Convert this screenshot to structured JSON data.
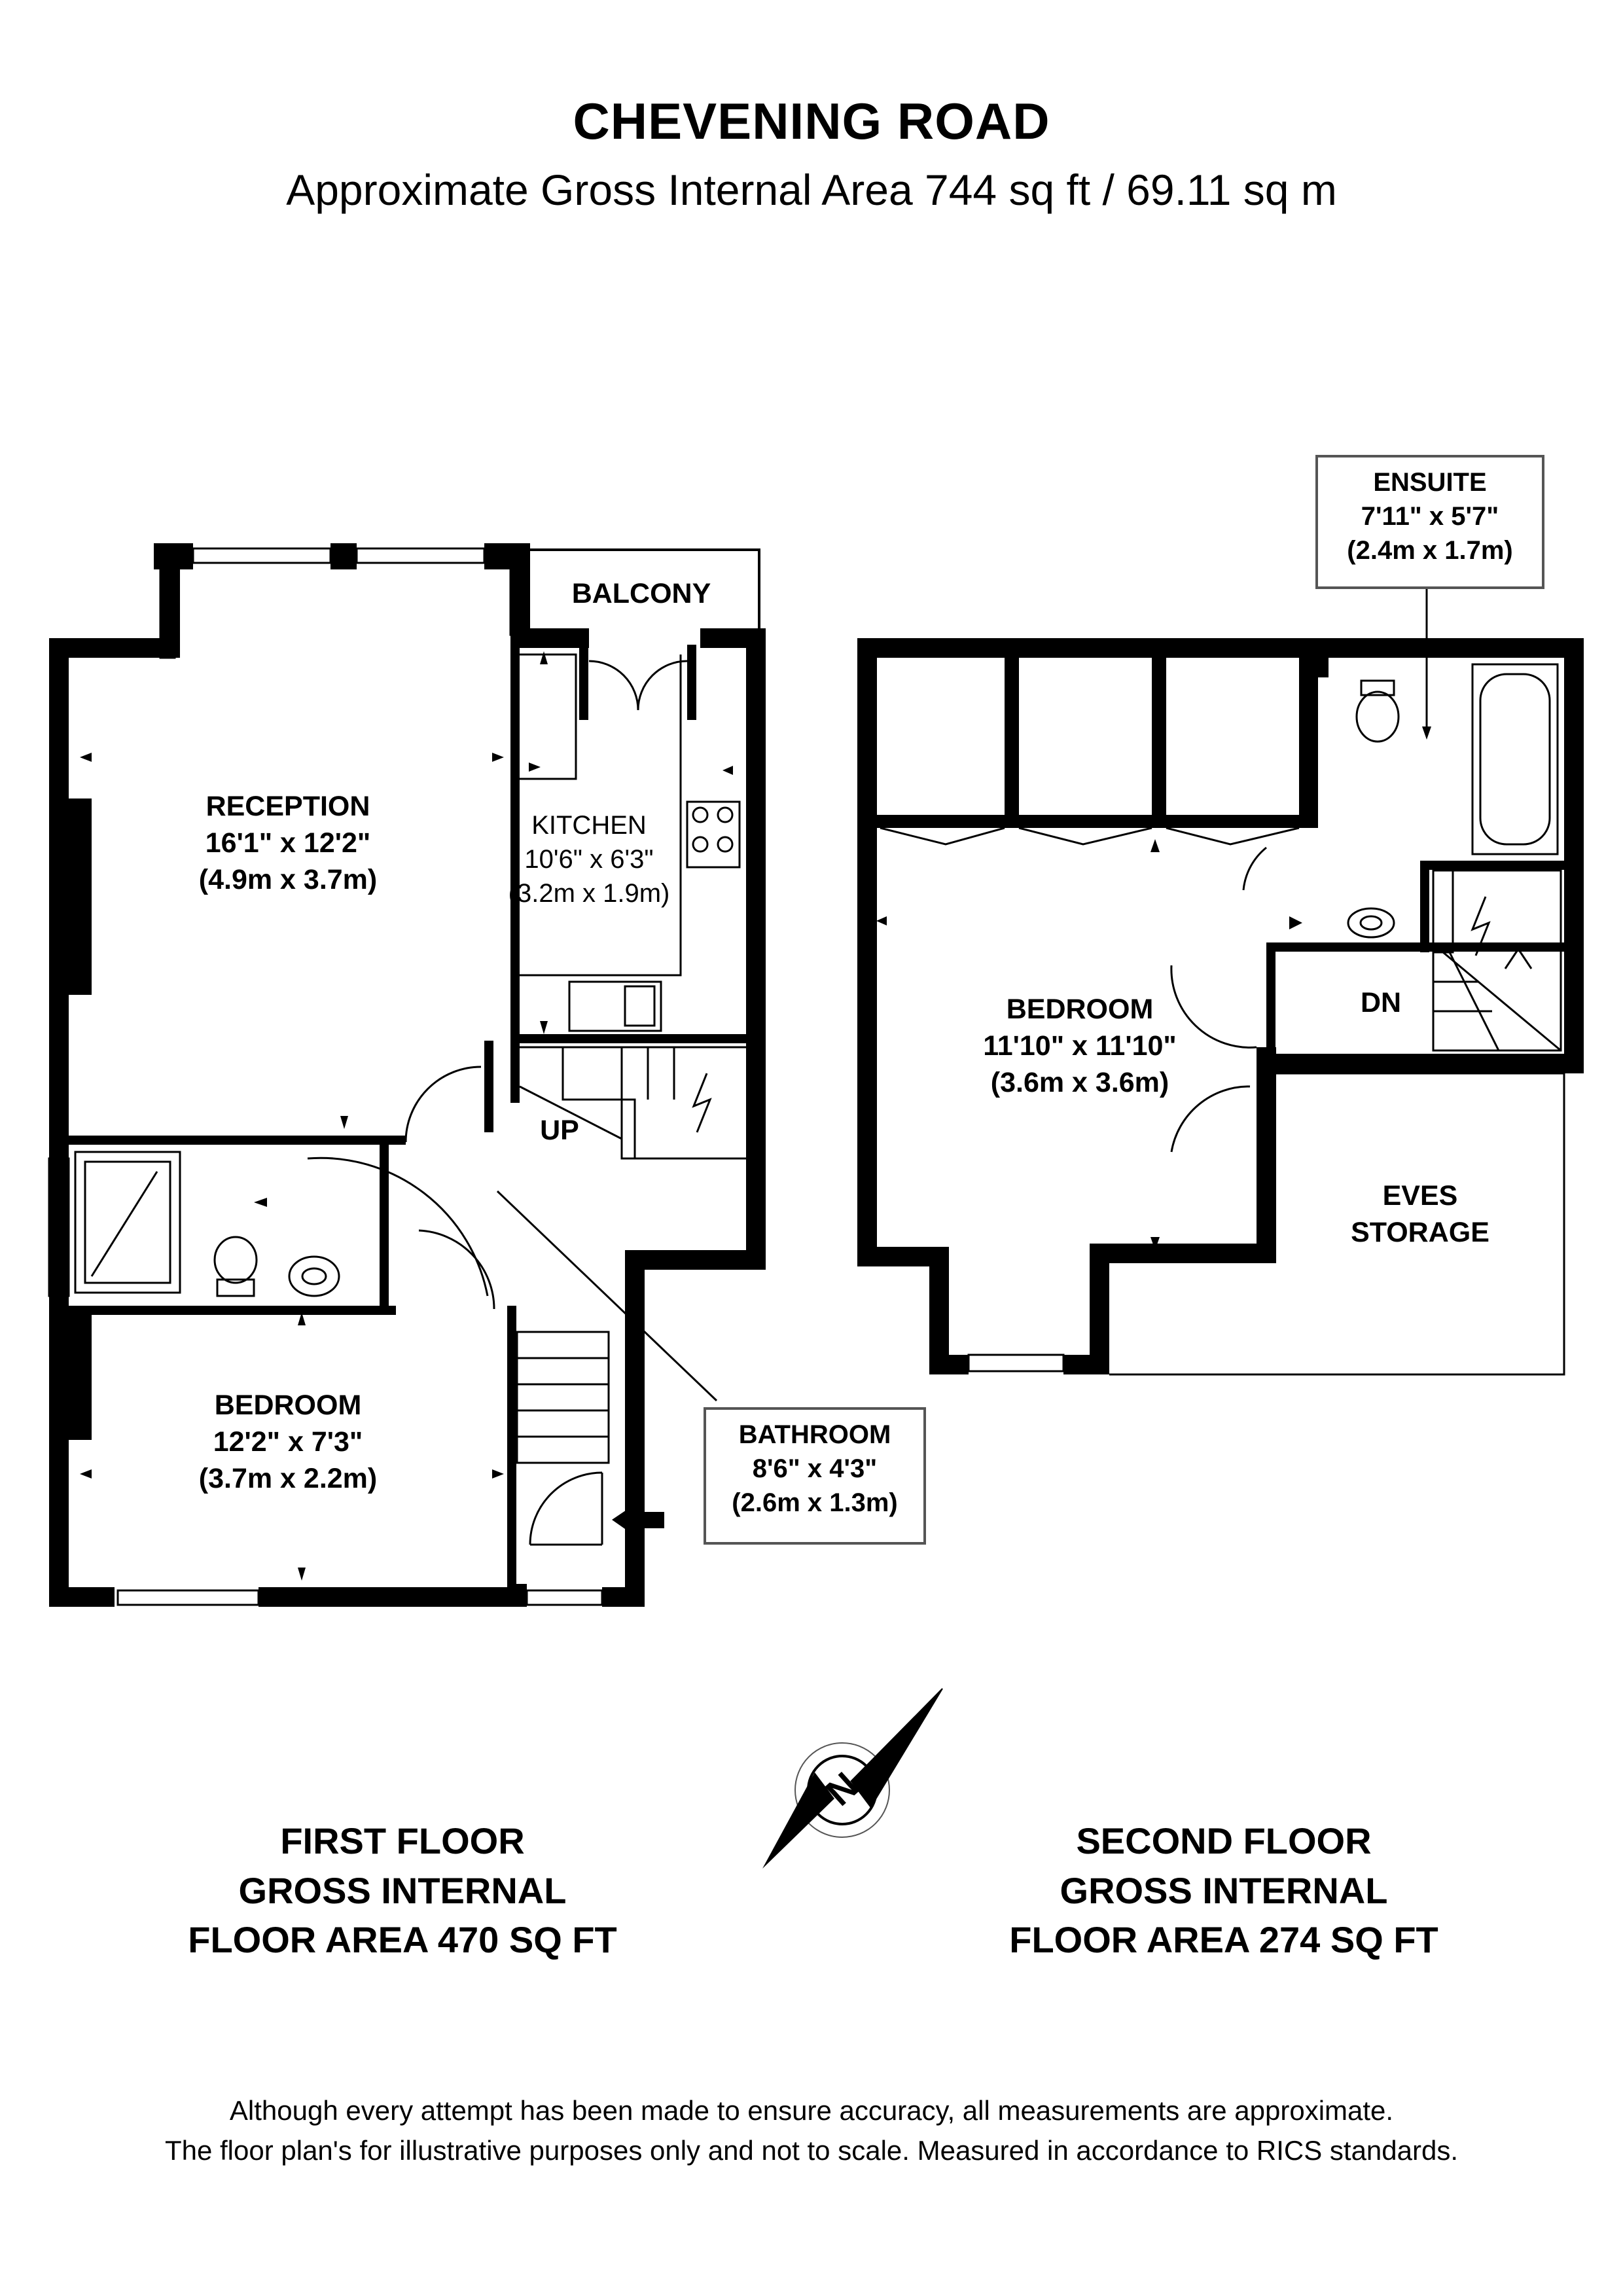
{
  "header": {
    "title": "CHEVENING ROAD",
    "subtitle": "Approximate Gross Internal Area 744 sq ft / 69.11 sq m"
  },
  "first_floor": {
    "rooms": {
      "reception": {
        "name": "RECEPTION",
        "imperial": "16'1\" x 12'2\"",
        "metric": "(4.9m x 3.7m)"
      },
      "kitchen": {
        "name": "KITCHEN",
        "imperial": "10'6\" x 6'3\"",
        "metric": "(3.2m x 1.9m)"
      },
      "bedroom": {
        "name": "BEDROOM",
        "imperial": "12'2\" x 7'3\"",
        "metric": "(3.7m x 2.2m)"
      },
      "bathroom": {
        "name": "BATHROOM",
        "imperial": "8'6\" x 4'3\"",
        "metric": "(2.6m x 1.3m)"
      },
      "balcony": {
        "name": "BALCONY"
      }
    },
    "stairs_label": "UP",
    "area": [
      "FIRST FLOOR",
      "GROSS INTERNAL",
      "FLOOR AREA 470 SQ FT"
    ]
  },
  "second_floor": {
    "rooms": {
      "bedroom": {
        "name": "BEDROOM",
        "imperial": "11'10\" x 11'10\"",
        "metric": "(3.6m x 3.6m)"
      },
      "ensuite": {
        "name": "ENSUITE",
        "imperial": "7'11\" x 5'7\"",
        "metric": "(2.4m x 1.7m)"
      },
      "eves_storage": {
        "name_lines": [
          "EVES",
          "STORAGE"
        ]
      }
    },
    "stairs_label": "DN",
    "area": [
      "SECOND FLOOR",
      "GROSS INTERNAL",
      "FLOOR AREA 274 SQ FT"
    ]
  },
  "compass": {
    "label": "N"
  },
  "disclaimer": [
    "Although every attempt has been made to ensure accuracy, all measurements are approximate.",
    "The floor plan's for illustrative purposes only and not to scale. Measured in accordance to RICS standards."
  ]
}
